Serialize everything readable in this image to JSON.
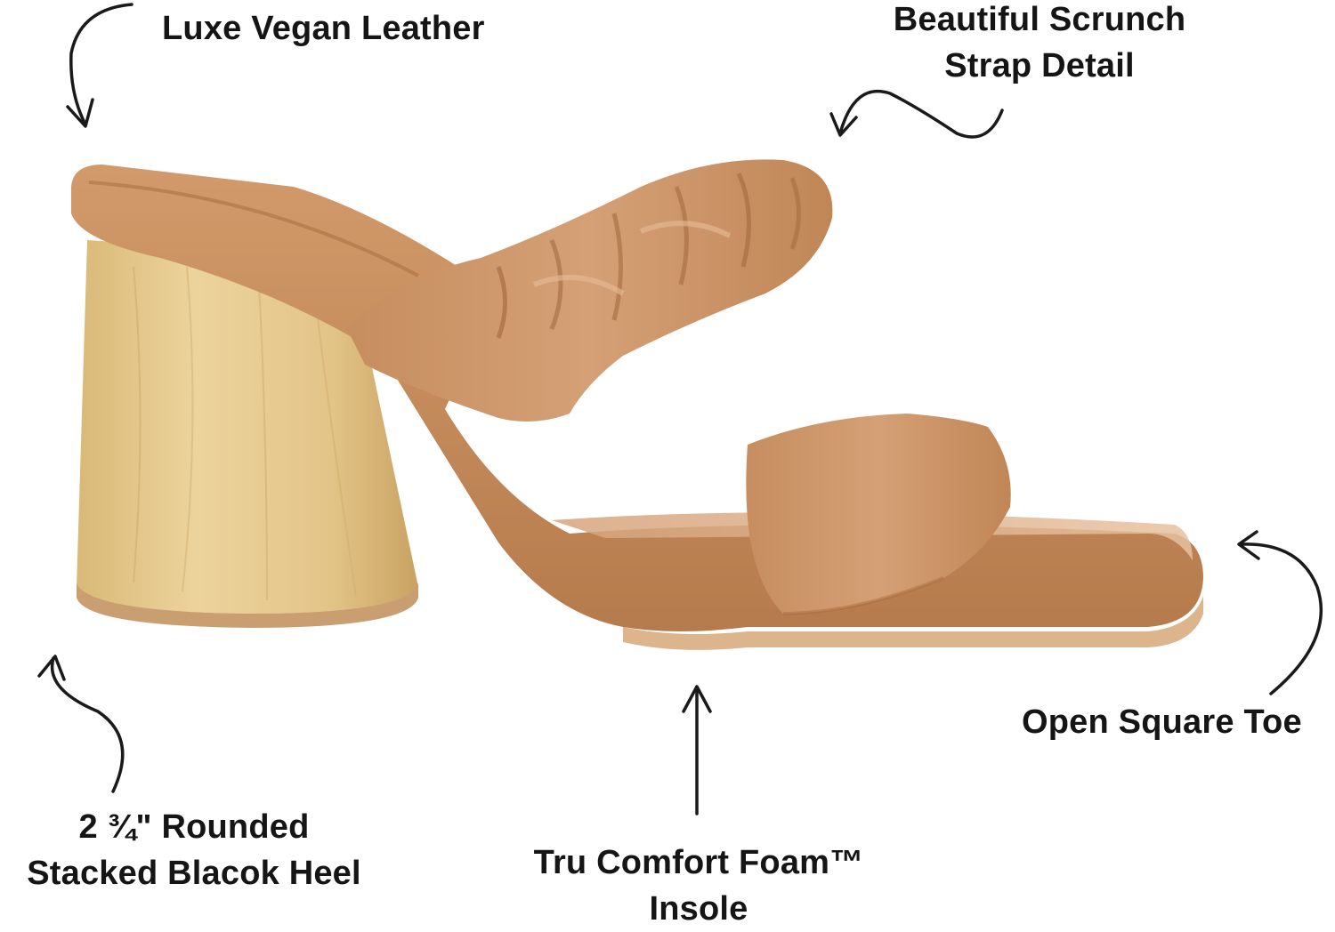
{
  "colors": {
    "leather": "#c48a5b",
    "leather_dark": "#9c6236",
    "leather_light": "#dcae86",
    "wood": "#e4c98c",
    "wood_dark": "#caa766",
    "sole_edge": "#d6b184",
    "arrow": "#1a1a1a"
  },
  "callouts": {
    "vegan_leather": "Luxe Vegan Leather",
    "scrunch_line1": "Beautiful Scrunch",
    "scrunch_line2": "Strap Detail",
    "square_toe": "Open Square Toe",
    "heel_line1": "2 ¾\" Rounded",
    "heel_line2": "Stacked Blacok Heel",
    "insole_line1": "Tru Comfort Foam™",
    "insole_line2": "Insole"
  }
}
